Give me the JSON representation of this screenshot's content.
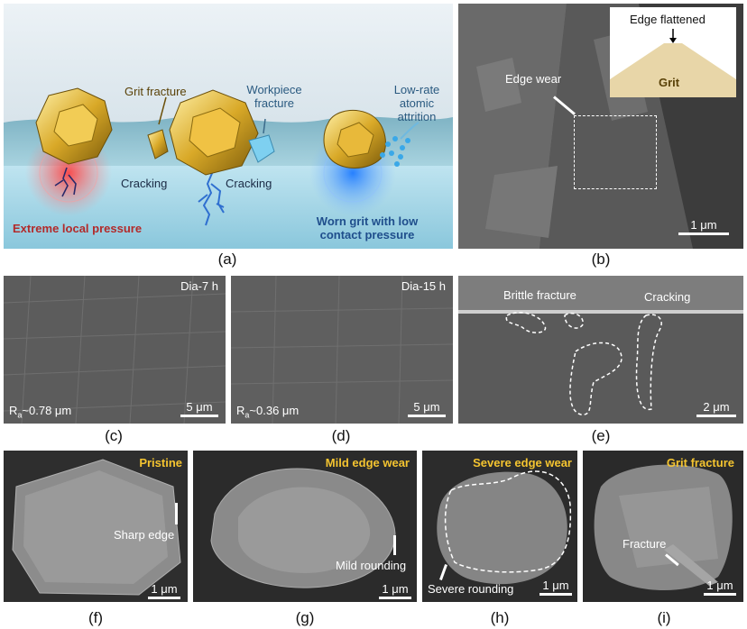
{
  "panel_a": {
    "grit_fracture": "Grit fracture",
    "workpiece_fracture_1": "Workpiece",
    "workpiece_fracture_2": "fracture",
    "attrition_1": "Low-rate",
    "attrition_2": "atomic attrition",
    "cracking_left": "Cracking",
    "cracking_right": "Cracking",
    "pressure": "Extreme local pressure",
    "worn_1": "Worn grit with low",
    "worn_2": "contact pressure",
    "caption": "(a)"
  },
  "panel_b": {
    "edge_wear": "Edge wear",
    "inset_title": "Edge flattened",
    "inset_grit": "Grit",
    "scale": "1 μm",
    "caption": "(b)"
  },
  "panel_c": {
    "label": "Dia-7 h",
    "ra_prefix": "R",
    "ra_sub": "a",
    "ra_value": "~0.78 μm",
    "scale": "5 μm",
    "caption": "(c)"
  },
  "panel_d": {
    "label": "Dia-15 h",
    "ra_prefix": "R",
    "ra_sub": "a",
    "ra_value": "~0.36 μm",
    "scale": "5 μm",
    "caption": "(d)"
  },
  "panel_e": {
    "brittle": "Brittle fracture",
    "cracking": "Cracking",
    "scale": "2 μm",
    "caption": "(e)"
  },
  "panel_f": {
    "title": "Pristine",
    "note": "Sharp edge",
    "scale": "1 μm",
    "caption": "(f)"
  },
  "panel_g": {
    "title": "Mild edge wear",
    "note": "Mild rounding",
    "scale": "1 μm",
    "caption": "(g)"
  },
  "panel_h": {
    "title": "Severe edge wear",
    "note": "Severe rounding",
    "scale": "1 μm",
    "caption": "(h)"
  },
  "panel_i": {
    "title": "Grit fracture",
    "note": "Fracture",
    "scale": "1 μm",
    "caption": "(i)"
  },
  "colors": {
    "pressure_red": "#b22a2a",
    "worn_blue": "#1f4e8c",
    "highlight_yellow": "#f4c430",
    "gold": "#c9a227"
  }
}
